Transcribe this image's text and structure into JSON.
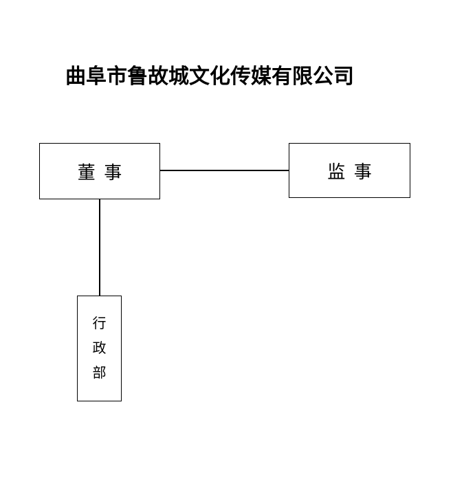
{
  "document": {
    "title": "曲阜市鲁故城文化传媒有限公司"
  },
  "org_chart": {
    "nodes": {
      "director": {
        "label": "董 事"
      },
      "supervisor": {
        "label": "监 事"
      },
      "admin_dept": {
        "label": "行政部",
        "chars": [
          "行",
          "政",
          "部"
        ],
        "orientation": "vertical"
      }
    },
    "edges": [
      {
        "from": "director",
        "to": "supervisor",
        "type": "horizontal-line"
      },
      {
        "from": "director",
        "to": "admin_dept",
        "type": "vertical-line"
      }
    ],
    "colors": {
      "background": "#ffffff",
      "text": "#000000",
      "box_border": "#000000",
      "line": "#000000"
    }
  }
}
